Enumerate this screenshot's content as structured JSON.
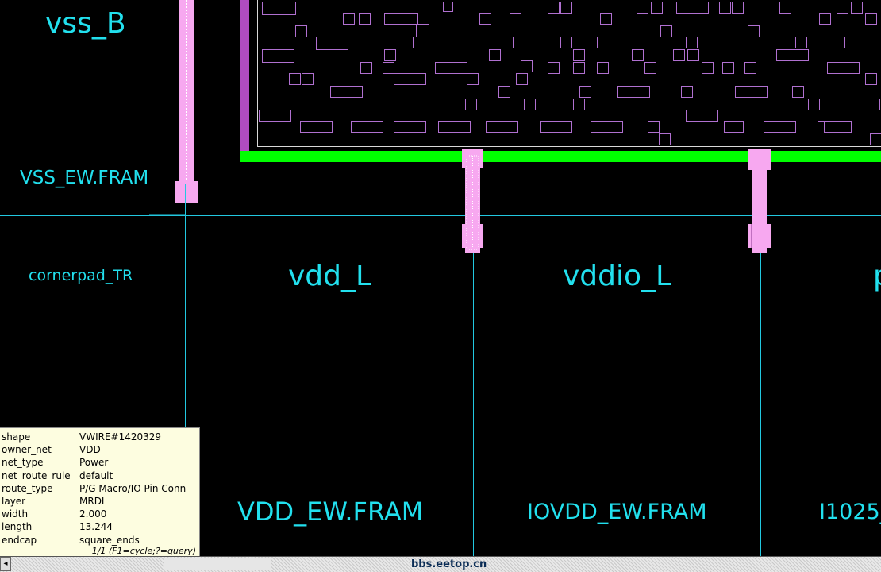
{
  "labels": {
    "vss_b": "vss_B",
    "vss_ew_fram": "VSS_EW.FRAM",
    "cornerpad_tr": "cornerpad_TR",
    "vdd_l": "vdd_L",
    "vddio_l": "vddio_L",
    "partial_p": "p",
    "vdd_ew_fram": "VDD_EW.FRAM",
    "iovdd_ew_fram": "IOVDD_EW.FRAM",
    "i1025_partial": "I1025_"
  },
  "colors": {
    "background": "#000000",
    "cyan_text": "#22e0ee",
    "pin_pink": "#f7a8f0",
    "cell_outline": "#b070d0",
    "green_rail": "#00ff00",
    "purple_edge": "#b04cc0"
  },
  "info_panel": {
    "rows": [
      {
        "key": "shape",
        "value": "VWIRE#1420329"
      },
      {
        "key": "owner_net",
        "value": "VDD"
      },
      {
        "key": "net_type",
        "value": "Power"
      },
      {
        "key": "net_route_rule",
        "value": "default"
      },
      {
        "key": "route_type",
        "value": "P/G  Macro/IO  Pin  Conn"
      },
      {
        "key": "layer",
        "value": "MRDL"
      },
      {
        "key": "width",
        "value": "2.000"
      },
      {
        "key": "length",
        "value": "13.244"
      },
      {
        "key": "endcap",
        "value": "square_ends"
      }
    ],
    "hint": "1/1 (F1=cycle;?=query)"
  },
  "scrollbar": {
    "left_arrow": "◂",
    "watermark": "bbs.eetop.cn"
  }
}
